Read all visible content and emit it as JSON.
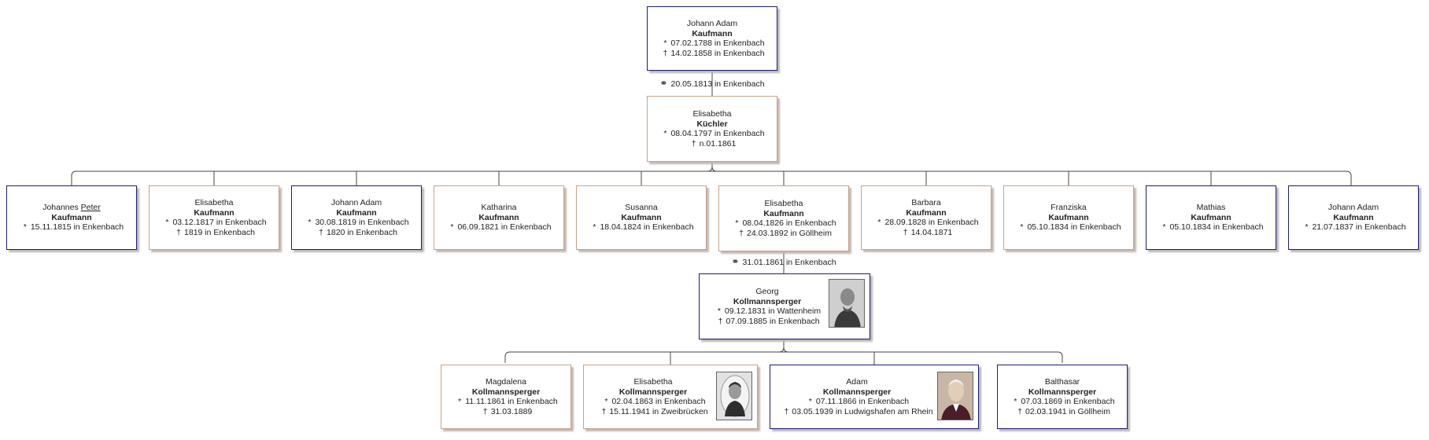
{
  "symbols": {
    "birth": "*",
    "death": "†",
    "marriage": "⚭"
  },
  "couple1": {
    "husband": {
      "given": "Johann Adam",
      "surname": "Kaufmann",
      "birth": "07.02.1788 in Enkenbach",
      "death": "14.02.1858 in Enkenbach"
    },
    "marriage": "20.05.1813 in Enkenbach",
    "wife": {
      "given": "Elisabetha",
      "surname": "Küchler",
      "birth": "08.04.1797 in Enkenbach",
      "death": "n.01.1861"
    }
  },
  "children": [
    {
      "given_pre": "Johannes ",
      "given_underlined": "Peter",
      "surname": "Kaufmann",
      "birth": "15.11.1815 in Enkenbach",
      "death": ""
    },
    {
      "given": "Elisabetha",
      "surname": "Kaufmann",
      "birth": "03.12.1817 in Enkenbach",
      "death": "1819 in Enkenbach"
    },
    {
      "given": "Johann Adam",
      "surname": "Kaufmann",
      "birth": "30.08.1819 in Enkenbach",
      "death": "1820 in Enkenbach"
    },
    {
      "given": "Katharina",
      "surname": "Kaufmann",
      "birth": "06.09.1821 in Enkenbach",
      "death": ""
    },
    {
      "given": "Susanna",
      "surname": "Kaufmann",
      "birth": "18.04.1824 in Enkenbach",
      "death": ""
    },
    {
      "given": "Elisabetha",
      "surname": "Kaufmann",
      "birth": "08.04.1826 in Enkenbach",
      "death": "24.03.1892 in Göllheim"
    },
    {
      "given": "Barbara",
      "surname": "Kaufmann",
      "birth": "28.09.1828 in Enkenbach",
      "death": "14.04.1871"
    },
    {
      "given": "Franziska",
      "surname": "Kaufmann",
      "birth": "05.10.1834 in Enkenbach",
      "death": ""
    },
    {
      "given": "Mathias",
      "surname": "Kaufmann",
      "birth": "05.10.1834 in Enkenbach",
      "death": ""
    },
    {
      "given": "Johann Adam",
      "surname": "Kaufmann",
      "birth": "21.07.1837 in Enkenbach",
      "death": ""
    }
  ],
  "couple2": {
    "marriage": "31.01.1861 in Enkenbach",
    "husband": {
      "given": "Georg",
      "surname": "Kollmannsperger",
      "birth": "09.12.1831 in Wattenheim",
      "death": "07.09.1885 in Enkenbach"
    }
  },
  "grandchildren": [
    {
      "given": "Magdalena",
      "surname": "Kollmannsperger",
      "birth": "11.11.1861 in Enkenbach",
      "death": "31.03.1889"
    },
    {
      "given": "Elisabetha",
      "surname": "Kollmannsperger",
      "birth": "02.04.1863 in Enkenbach",
      "death": "15.11.1941 in Zweibrücken"
    },
    {
      "given": "Adam",
      "surname": "Kollmannsperger",
      "birth": "07.11.1866 in Enkenbach",
      "death": "03.05.1939 in Ludwigshafen am Rhein"
    },
    {
      "given": "Balthasar",
      "surname": "Kollmannsperger",
      "birth": "07.03.1869 in Enkenbach",
      "death": "02.03.1941 in Göllheim"
    }
  ]
}
